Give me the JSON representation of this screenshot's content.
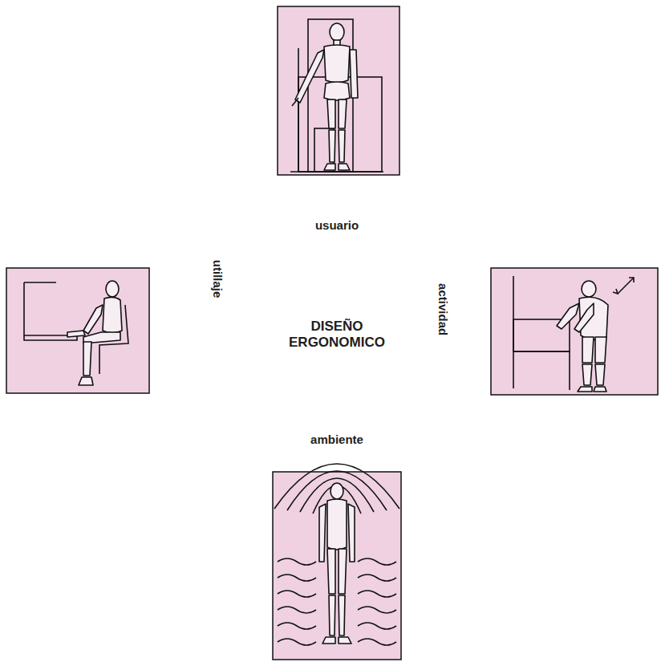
{
  "diagram": {
    "nodes": [
      {
        "text": [
          "usuario"
        ]
      },
      {
        "text": [
          "utillaje"
        ]
      },
      {
        "text": [
          "DISEÑO ERGONOMICO"
        ]
      },
      {
        "text": [
          "actividad"
        ]
      },
      {
        "text": [
          "ambiente"
        ]
      }
    ]
  }
}
